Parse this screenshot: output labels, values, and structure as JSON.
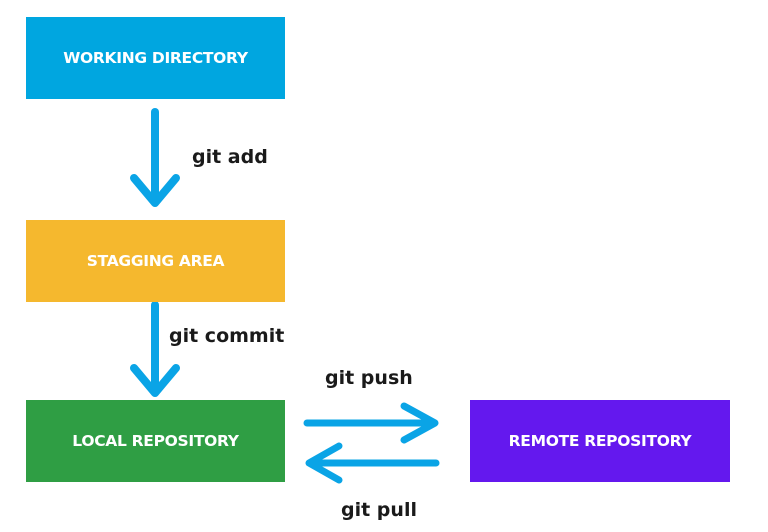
{
  "boxes": {
    "working_directory": {
      "label": "WORKING DIRECTORY",
      "color": "#00a6e0"
    },
    "staging_area": {
      "label": "STAGGING AREA",
      "color": "#f5b82e"
    },
    "local_repository": {
      "label": "LOCAL REPOSITORY",
      "color": "#2f9e44"
    },
    "remote_repository": {
      "label": "REMOTE REPOSITORY",
      "color": "#6418ee"
    }
  },
  "commands": {
    "add": "git add",
    "commit": "git commit",
    "push": "git push",
    "pull": "git pull"
  },
  "arrow_color": "#0aa4e6",
  "arrow_icons": [
    "arrow-down-icon",
    "arrow-down-icon",
    "arrow-right-icon",
    "arrow-left-icon"
  ]
}
